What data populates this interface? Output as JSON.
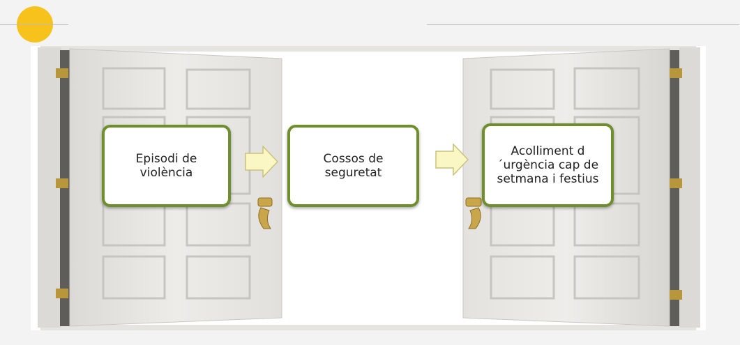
{
  "steps": [
    {
      "label": "Episodi de violència"
    },
    {
      "label": "Cossos de seguretat"
    },
    {
      "label": "Acolliment d´urgència cap de setmana i festius"
    }
  ],
  "colors": {
    "accent": "#f7c21b",
    "box_border": "#6f8f2e",
    "arrow_fill": "#fbf7c4",
    "arrow_stroke": "#c9c27a",
    "door": "#ebe9e6",
    "hinge": "#b8963c"
  },
  "icons": [
    "door-image",
    "right-arrow-icon",
    "door-handle-icon",
    "hinge-icon"
  ]
}
